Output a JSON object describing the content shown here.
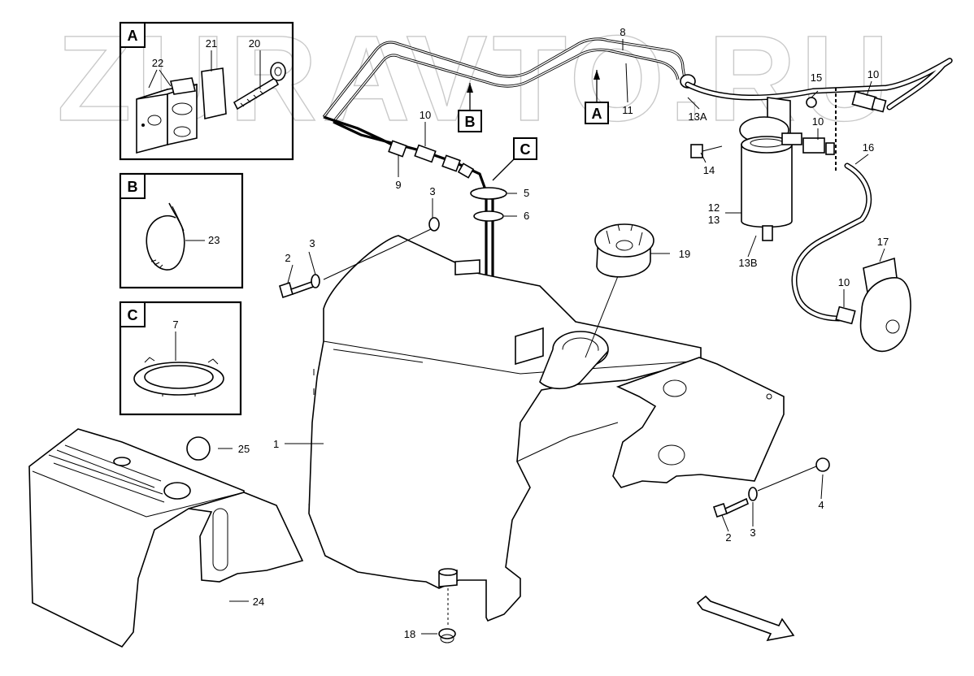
{
  "watermark": "ZURAVTO.RU",
  "detail_views": [
    {
      "id": "detail-a",
      "label": "A"
    },
    {
      "id": "detail-b",
      "label": "B"
    },
    {
      "id": "detail-c",
      "label": "C"
    }
  ],
  "view_markers": {
    "a": "A",
    "b": "B",
    "c": "C"
  },
  "callouts": {
    "n1": "1",
    "n2a": "2",
    "n2b": "2",
    "n3a": "3",
    "n3b": "3",
    "n3c": "3",
    "n4": "4",
    "n5": "5",
    "n6": "6",
    "n7": "7",
    "n8": "8",
    "n9": "9",
    "n10a": "10",
    "n10b": "10",
    "n10c": "10",
    "n10d": "10",
    "n11": "11",
    "n12": "12",
    "n13": "13",
    "n13a": "13A",
    "n13b": "13B",
    "n14": "14",
    "n15": "15",
    "n16": "16",
    "n17": "17",
    "n18": "18",
    "n19": "19",
    "n20": "20",
    "n21": "21",
    "n22": "22",
    "n23": "23",
    "n24": "24",
    "n25": "25"
  }
}
